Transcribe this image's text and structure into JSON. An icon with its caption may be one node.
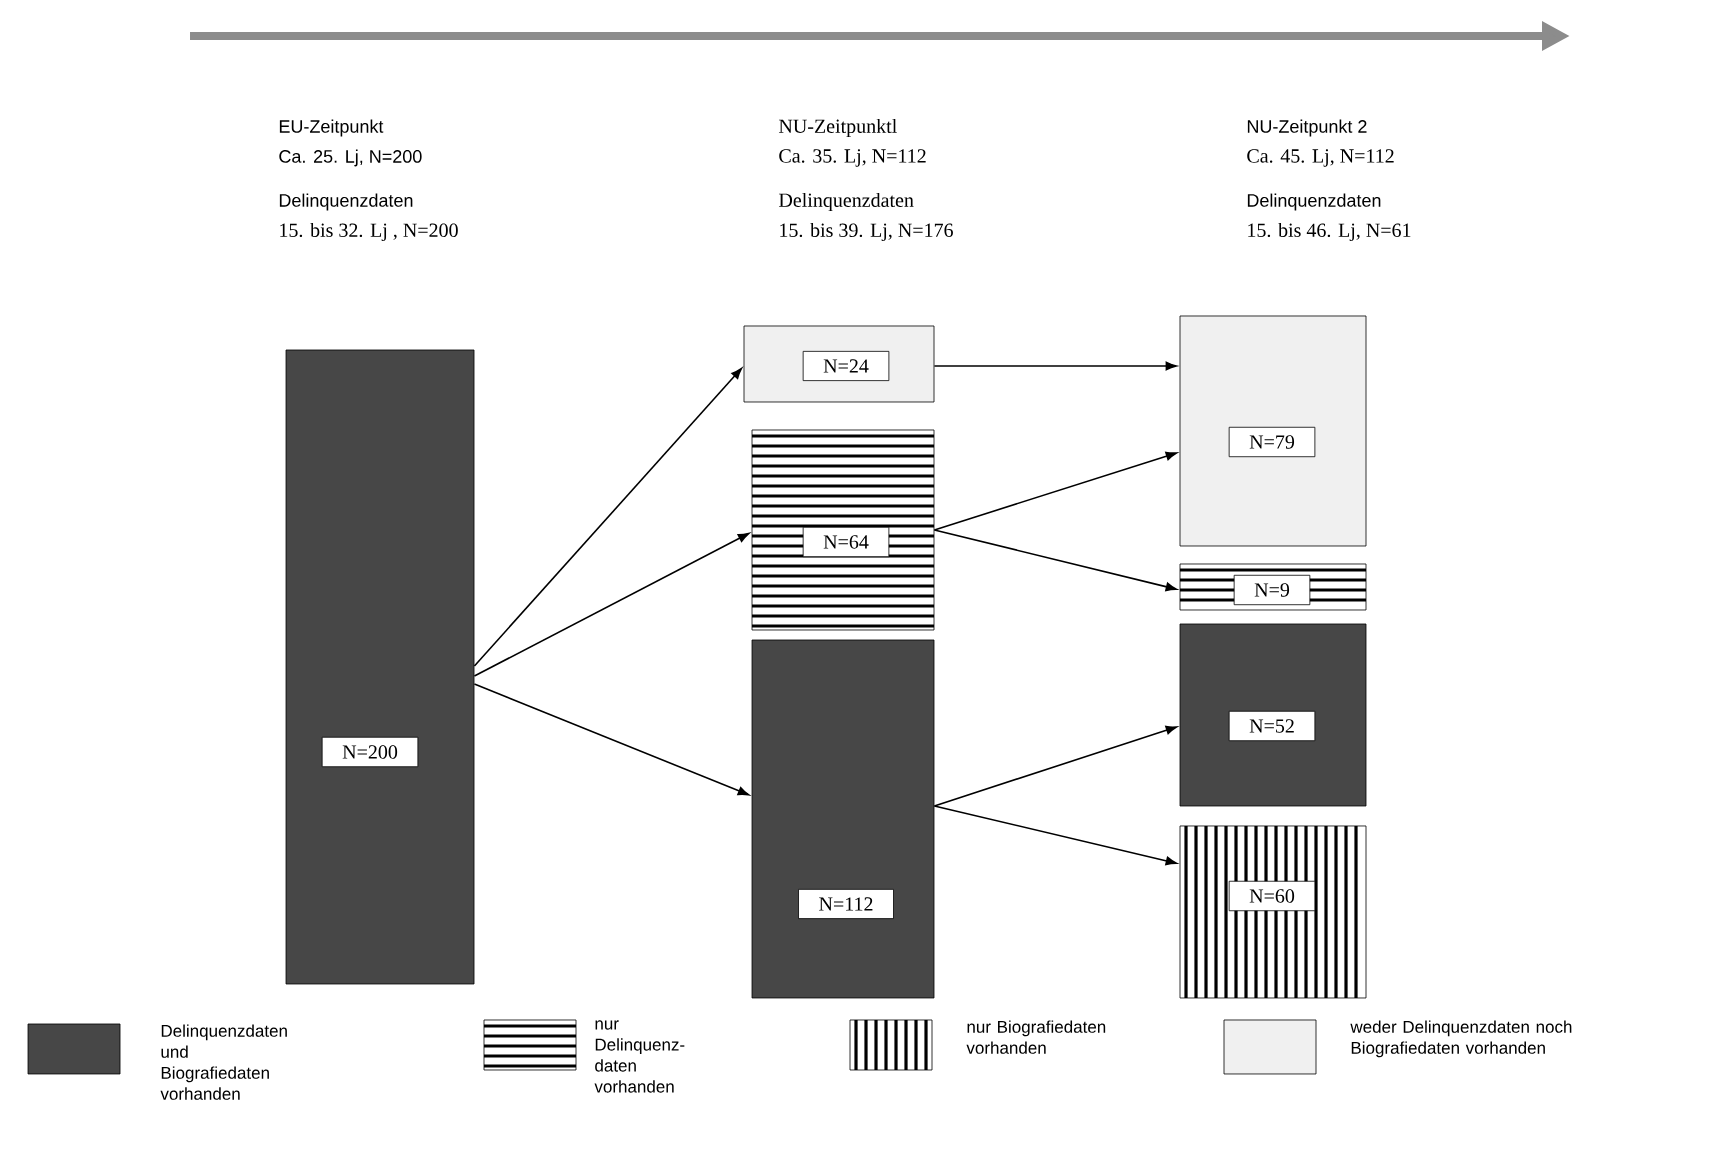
{
  "diagram": {
    "nodes": [
      {
        "text": [
          "N=200"
        ]
      },
      {
        "text": [
          "N=24"
        ]
      },
      {
        "text": [
          "N=64"
        ]
      },
      {
        "text": [
          "N=112"
        ]
      },
      {
        "text": [
          "N=79"
        ]
      },
      {
        "text": [
          "N=9"
        ]
      },
      {
        "text": [
          "N=52"
        ]
      },
      {
        "text": [
          "N=60"
        ]
      }
    ],
    "edges": [
      {
        "from": 0,
        "to": 1,
        "arrow": "to"
      },
      {
        "from": 0,
        "to": 2,
        "arrow": "to"
      },
      {
        "from": 0,
        "to": 3,
        "arrow": "to"
      },
      {
        "from": 1,
        "to": 4,
        "arrow": "to"
      },
      {
        "from": 2,
        "to": 4,
        "arrow": "to"
      },
      {
        "from": 2,
        "to": 5,
        "arrow": "to"
      },
      {
        "from": 3,
        "to": 6,
        "arrow": "to"
      },
      {
        "from": 3,
        "to": 7,
        "arrow": "to"
      }
    ],
    "labels": [
      "EU-Zeitpunkt",
      "Ca. 25. Lj, N=200",
      "Delinquenzdaten",
      "15. bis 32. Lj , N=200",
      "NU-Zeitpunktl",
      "Ca. 35. Lj, N=112",
      "Delinquenzdaten",
      "15. bis 39. Lj, N=176",
      "NU-Zeitpunkt 2",
      "Ca. 45. Lj, N=112",
      "Delinquenzdaten",
      "15. bis 46. Lj, N=61"
    ],
    "legend": [
      {
        "text": "Delinquenzdaten und Biografiedaten vorhanden"
      },
      {
        "text": "nur Delinquenz- daten vorhanden"
      },
      {
        "text": "nur Biografiedaten vorhanden"
      },
      {
        "text": "weder Delinquenzdaten noch Biografiedaten vorhanden"
      }
    ]
  }
}
